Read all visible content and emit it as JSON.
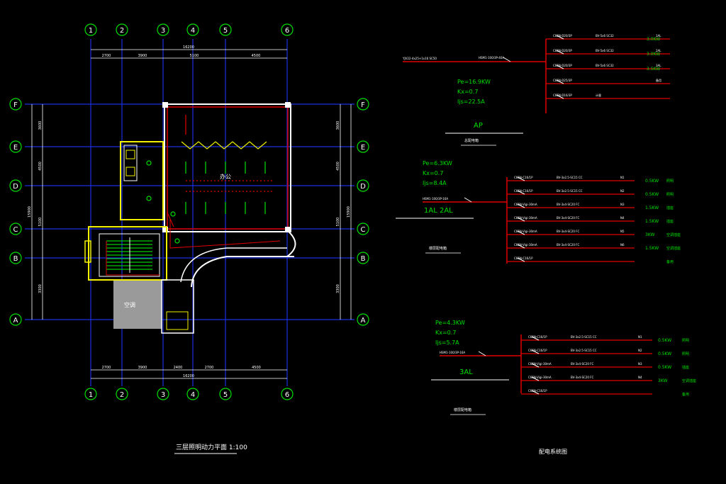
{
  "colors": {
    "background": "#000000",
    "axis": "#ffffff",
    "grid_line": "#1c2fe0",
    "wall": "#ffffff",
    "wall_accent": "#f2f200",
    "circuit": "#e00000",
    "equipment": "#00e000",
    "text_white": "#ffffff",
    "text_green": "#00e000",
    "text_yellow": "#f2f200",
    "stair": "#00ff00",
    "hatch_fill": "#9a9a9a"
  },
  "plan": {
    "title": "三层照明动力平面 1:100",
    "column_axes": [
      "1",
      "2",
      "3",
      "4",
      "5",
      "6"
    ],
    "row_axes": [
      "F",
      "E",
      "D",
      "C",
      "B",
      "A"
    ],
    "top_dimensions": [
      "2700",
      "3900",
      "5100",
      "4500"
    ],
    "top_total": "16200",
    "bottom_dimensions": [
      "2700",
      "3900",
      "2400",
      "2700",
      "4500"
    ],
    "bottom_total": "16200",
    "left_dimensions": [
      "3600",
      "4500",
      "5100",
      "3300"
    ],
    "left_total": "15900",
    "right_dimensions": [
      "3600",
      "4500",
      "5100",
      "3300"
    ],
    "right_total": "15900",
    "room_label_main": "办公",
    "room_label_hatch": "空调"
  },
  "schematic": {
    "title": "配电系统图",
    "panels": [
      {
        "name": "AP",
        "pe": "Pe=16.9KW",
        "kx": "Kx=0.7",
        "ijs": "Ijs=22.5A",
        "incoming": "YJV22-4x25+1x16 SC50",
        "breaker": "HSM1-100/3P-40A",
        "note": "总配电箱",
        "circuits": [
          {
            "device": "C65N-D20/3P",
            "cable": "BV-5x6 SC32",
            "load": "3.0KW",
            "id": "1AL"
          },
          {
            "device": "C65N-D20/3P",
            "cable": "BV-5x6 SC32",
            "load": "3.0KW",
            "id": "2AL"
          },
          {
            "device": "C65N-D20/3P",
            "cable": "BV-5x6 SC32",
            "load": "3.5KW",
            "id": "3AL"
          },
          {
            "device": "C65N-D25/3P",
            "cable": "",
            "load": "",
            "id": "备用"
          },
          {
            "device": "C65N-D16/3P",
            "cable": "计量",
            "load": "",
            "id": ""
          }
        ]
      },
      {
        "name": "1AL 2AL",
        "pe": "Pe=6.3KW",
        "kx": "Kx=0.7",
        "ijs": "Ijs=8.4A",
        "incoming": "HSM1-100/3P-16A",
        "note": "楼层配电箱",
        "circuits": [
          {
            "device": "C65N-C16/1P",
            "cable": "BV-3x2.5-SC15 CC",
            "id": "N1",
            "load": "0.5KW",
            "desc": "照明"
          },
          {
            "device": "C65N-C16/1P",
            "cable": "BV-3x2.5-SC15 CC",
            "id": "N2",
            "load": "0.5KW",
            "desc": "照明"
          },
          {
            "device": "C65N-Vigi-30mA",
            "cable": "BV-3x4-SC20 FC",
            "id": "N3",
            "load": "1.5KW",
            "desc": "插座"
          },
          {
            "device": "C65N-Vigi-30mA",
            "cable": "BV-3x4-SC20 FC",
            "id": "N4",
            "load": "1.5KW",
            "desc": "插座"
          },
          {
            "device": "C65N-Vigi-30mA",
            "cable": "BV-3x4-SC20 FC",
            "id": "N5",
            "load": "3KW",
            "desc": "空调插座"
          },
          {
            "device": "C65N-Vigi-30mA",
            "cable": "BV-3x4-SC20 FC",
            "id": "N6",
            "load": "1.5KW",
            "desc": "空调插座"
          },
          {
            "device": "C65N-C16/1P",
            "cable": "",
            "id": "",
            "load": "",
            "desc": "备用"
          }
        ]
      },
      {
        "name": "3AL",
        "pe": "Pe=4.3KW",
        "kx": "Kx=0.7",
        "ijs": "Ijs=5.7A",
        "incoming": "HSM1-100/3P-16A",
        "note": "楼层配电箱",
        "circuits": [
          {
            "device": "C65N-C16/1P",
            "cable": "BV-3x2.5-SC15 CC",
            "id": "N1",
            "load": "0.5KW",
            "desc": "照明"
          },
          {
            "device": "C65N-C16/1P",
            "cable": "BV-3x2.5-SC15 CC",
            "id": "N2",
            "load": "0.5KW",
            "desc": "照明"
          },
          {
            "device": "C65N-Vigi-30mA",
            "cable": "BV-3x4-SC20 FC",
            "id": "N3",
            "load": "0.5KW",
            "desc": "插座"
          },
          {
            "device": "C65N-Vigi-30mA",
            "cable": "BV-3x4-SC20 FC",
            "id": "N4",
            "load": "3KW",
            "desc": "空调插座"
          },
          {
            "device": "C65N-C16/1P",
            "cable": "",
            "id": "",
            "load": "",
            "desc": "备用"
          }
        ]
      }
    ]
  }
}
